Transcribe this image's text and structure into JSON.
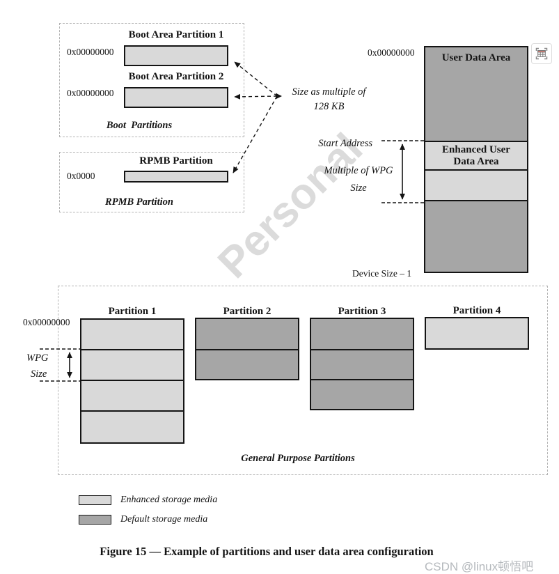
{
  "colors": {
    "enhanced_media": "#d9d9d9",
    "default_media": "#a6a6a6",
    "line": "#141414",
    "icon_accent": "#e07b70"
  },
  "boot_area": {
    "partition1_title": "Boot Area Partition 1",
    "partition1_address": "0x00000000",
    "partition2_title": "Boot Area Partition 2",
    "partition2_address": "0x00000000",
    "group_label": "Boot  Partitions"
  },
  "rpmb_area": {
    "title": "RPMB Partition",
    "address": "0x0000",
    "group_label": "RPMB Partition"
  },
  "annotations": {
    "size_note_line1": "Size as multiple of",
    "size_note_line2": "128 KB",
    "start_address": "Start Address",
    "wpg_note_line1": "Multiple of WPG",
    "wpg_note_line2": "Size",
    "device_size": "Device Size – 1",
    "wpg_label": "WPG",
    "wpg_size_label": "Size"
  },
  "user_data_area": {
    "address_top": "0x00000000",
    "title": "User Data Area",
    "enhanced_section_title": "Enhanced User Data Area"
  },
  "general_purpose": {
    "address_top": "0x00000000",
    "group_label": "General Purpose Partitions",
    "partitions": [
      {
        "title": "Partition 1",
        "media": "enhanced",
        "segments": 4
      },
      {
        "title": "Partition 2",
        "media": "default",
        "segments": 2
      },
      {
        "title": "Partition 3",
        "media": "default",
        "segments": 3
      },
      {
        "title": "Partition 4",
        "media": "enhanced",
        "segments": 1
      }
    ]
  },
  "legend": {
    "items": [
      {
        "label": "Enhanced storage media",
        "color": "#d9d9d9"
      },
      {
        "label": "Default storage media",
        "color": "#a6a6a6"
      }
    ]
  },
  "caption": "Figure 15 — Example of partitions and user data area configuration",
  "watermarks": {
    "diagonal": "Personal",
    "csdn": "CSDN @linux顿悟吧"
  }
}
